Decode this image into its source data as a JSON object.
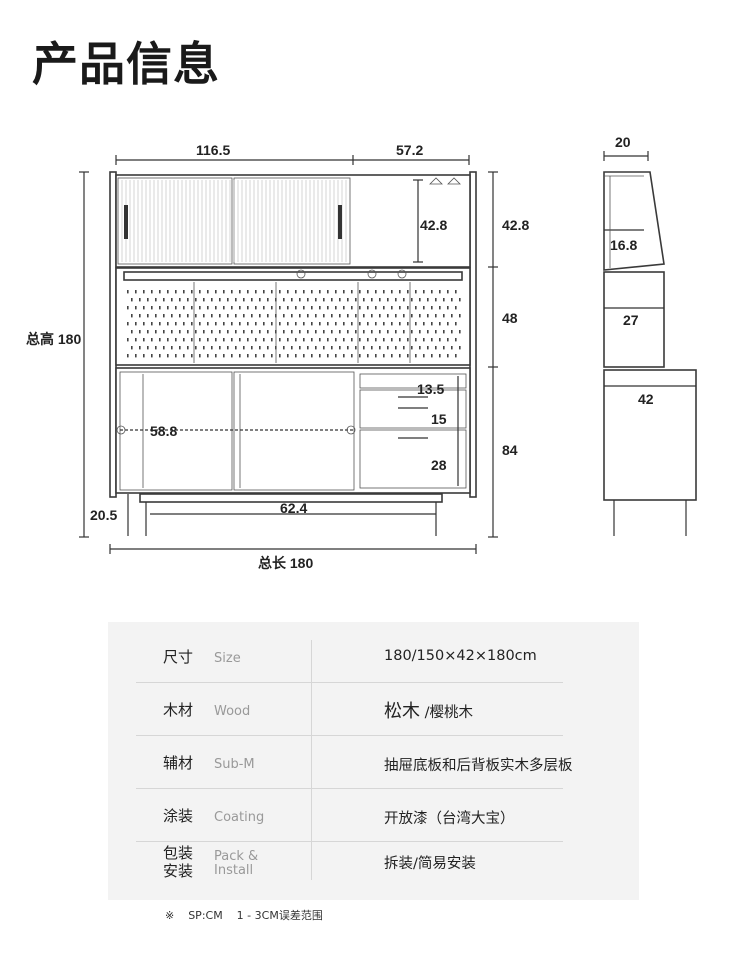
{
  "header": {
    "title": "产品信息"
  },
  "dimensions": {
    "top_width_left": "116.5",
    "top_width_right": "57.2",
    "depth_top": "20",
    "upper_inner_height": "42.8",
    "upper_height": "42.8",
    "shelf_depth": "16.8",
    "middle_height": "48",
    "middle_depth": "27",
    "total_height": "总高 180",
    "drawer1": "13.5",
    "drawer2": "15",
    "drawer3": "28",
    "lower_depth": "42",
    "inner_width": "58.8",
    "lower_height": "84",
    "leg_height": "20.5",
    "base_width": "62.4",
    "total_length": "总长 180"
  },
  "specs": [
    {
      "cn": "尺寸",
      "en": "Size",
      "value": "180/150×42×180cm"
    },
    {
      "cn": "木材",
      "en": "Wood",
      "value_a": "松木",
      "value_b": "/樱桃木"
    },
    {
      "cn": "辅材",
      "en": "Sub-M",
      "value": "抽屉底板和后背板实木多层板"
    },
    {
      "cn": "涂装",
      "en": "Coating",
      "value": "开放漆（台湾大宝）"
    },
    {
      "cn": "包装安装",
      "cn1": "包装",
      "cn2": "安装",
      "en1": "Pack &",
      "en2": "Install",
      "value": "拆装/简易安装"
    }
  ],
  "footnote": "※    SP:CM    1 - 3CM误差范围"
}
